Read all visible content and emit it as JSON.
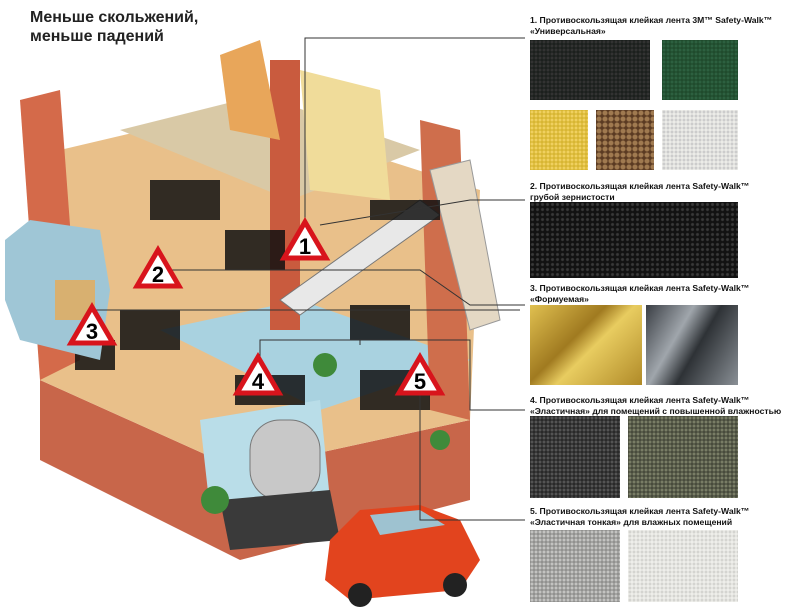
{
  "title_line1": "Меньше скольжений,",
  "title_line2": "меньше падений",
  "products": [
    {
      "number": "1",
      "line1": "1. Противоскользящая клейкая лента 3M™ Safety-Walk™",
      "line2": "«Универсальная»",
      "swatch_colors": [
        "#1b1f1c",
        "#1f4a2c",
        "#d6b430",
        "#6b4a2e",
        "#e8e8e4"
      ]
    },
    {
      "number": "2",
      "line1": "2. Противоскользящая клейкая лента Safety-Walk™",
      "line2": "грубой зернистости",
      "swatch_colors": [
        "#151515"
      ]
    },
    {
      "number": "3",
      "line1": "3. Противоскользящая клейкая лента Safety-Walk™",
      "line2": "«Формуемая»",
      "swatch_colors": [
        "#c9a235",
        "#6e747a"
      ]
    },
    {
      "number": "4",
      "line1": "4. Противоскользящая клейкая лента Safety-Walk™",
      "line2": "«Эластичная» для помещений с повышенной влажностью",
      "swatch_colors": [
        "#2c2c2c",
        "#4f5242"
      ]
    },
    {
      "number": "5",
      "line1": "5. Противоскользящая клейкая лента Safety-Walk™",
      "line2": "«Эластичная тонкая» для влажных помещений",
      "swatch_colors": [
        "#9a9a98",
        "#eaeae6"
      ]
    }
  ]
}
